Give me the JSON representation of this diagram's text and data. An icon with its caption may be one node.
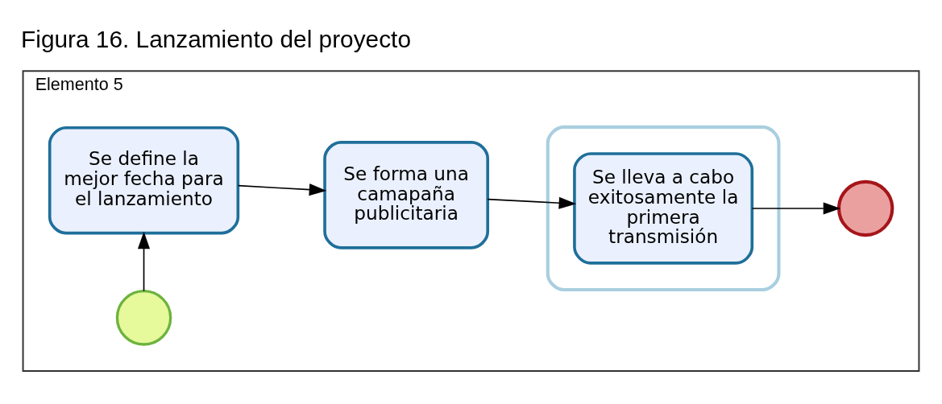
{
  "diagram": {
    "title": "Figura 16. Lanzamiento del proyecto",
    "nodes": [
      {
        "text": [
          "Elemento 5"
        ]
      },
      {
        "text": [],
        "shape": "circle",
        "in": 0
      },
      {
        "text": [
          "Se define la mejor fecha para el lanzamiento"
        ],
        "in": 0
      },
      {
        "text": [
          "Se forma una camapaña publicitaria"
        ],
        "in": 0
      },
      {
        "text": [],
        "shape": "box",
        "in": 0
      },
      {
        "text": [
          "Se lleva a cabo exitosamente la primera transmisión"
        ],
        "in": 4
      },
      {
        "text": [],
        "shape": "circle",
        "in": 0
      }
    ],
    "edges": [
      {
        "from": 1,
        "to": 2,
        "arrow": "to"
      },
      {
        "from": 2,
        "to": 3,
        "arrow": "to"
      },
      {
        "from": 3,
        "to": 5,
        "arrow": "to"
      },
      {
        "from": 5,
        "to": 6,
        "arrow": "to"
      }
    ]
  }
}
